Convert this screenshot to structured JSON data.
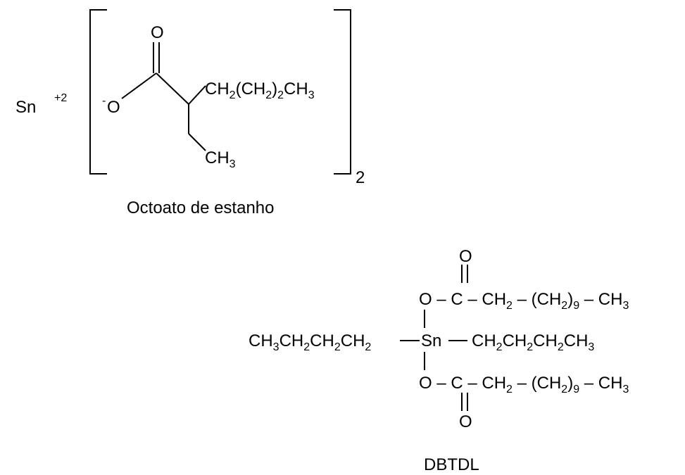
{
  "octoate": {
    "sn": "Sn",
    "charge": "+2",
    "minus": "-",
    "o_carbonyl": "O",
    "o_anion": "O",
    "chain1": [
      "CH",
      "2",
      "(CH",
      "2",
      ")",
      "2",
      "CH",
      "3"
    ],
    "ethyl": [
      "CH",
      "3"
    ],
    "bracket_sub": "2",
    "caption": "Octoato de estanho"
  },
  "dbtdl": {
    "top_o": "O",
    "top_row": [
      "O – C – CH",
      "2",
      " – (CH",
      "2",
      ")",
      "9",
      " – CH",
      "3"
    ],
    "middle_left": [
      "CH",
      "3",
      "CH",
      "2",
      "CH",
      "2",
      "CH",
      "2"
    ],
    "sn": "Sn",
    "middle_right": [
      "CH",
      "2",
      "CH",
      "2",
      "CH",
      "2",
      "CH",
      "3"
    ],
    "bottom_row": [
      "O – C – CH",
      "2",
      " – (CH",
      "2",
      ")",
      "9",
      " – CH",
      "3"
    ],
    "bottom_o": "O",
    "caption": "DBTDL"
  }
}
